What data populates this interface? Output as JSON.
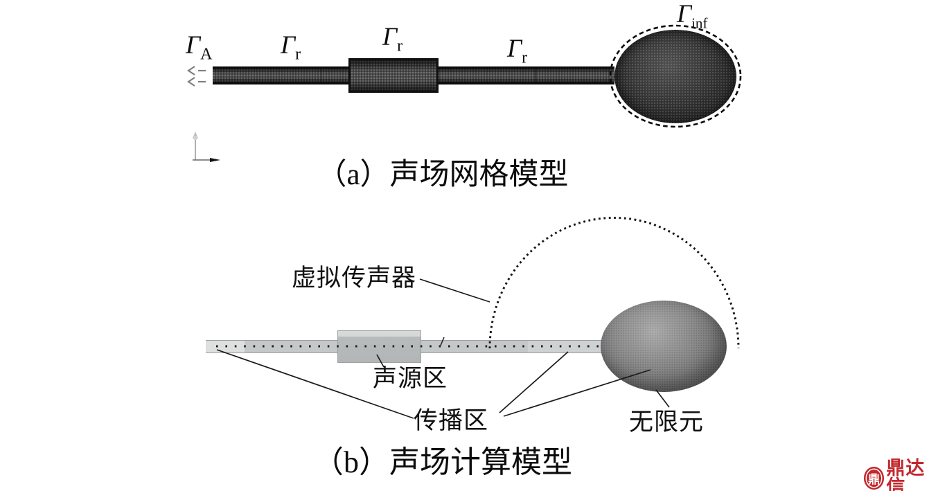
{
  "figure": {
    "panel_a": {
      "caption": "（a）声场网格模型",
      "gammas": [
        {
          "base": "Γ",
          "sub": "A"
        },
        {
          "base": "Γ",
          "sub": "r"
        },
        {
          "base": "Γ",
          "sub": "r"
        },
        {
          "base": "Γ",
          "sub": "r"
        },
        {
          "base": "Γ",
          "sub": "inf"
        }
      ]
    },
    "panel_b": {
      "caption": "（b）声场计算模型",
      "labels": {
        "virtual_microphone": "虚拟传声器",
        "source_region": "声源区",
        "propagation_region": "传播区",
        "infinite_element": "无限元"
      }
    }
  },
  "watermark": {
    "text": "鼎达信",
    "emblem_glyph": "鼎",
    "color": "#c2282d"
  },
  "colors": {
    "background": "#ffffff",
    "mesh_dark": "#3a3a3a",
    "tube_light_gray": "#c5c8c9",
    "sphere_b_gray": "#7b7b7b",
    "line_black": "#1b1b1b",
    "arrow_gray": "#808080"
  }
}
